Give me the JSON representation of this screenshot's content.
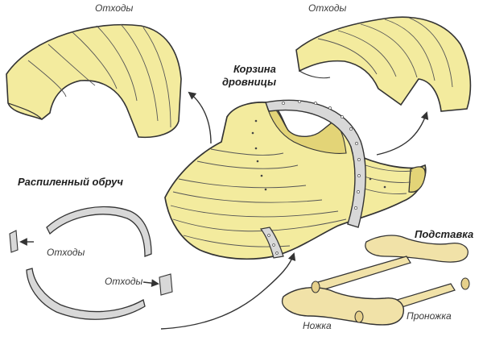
{
  "labels": {
    "waste_top_left": "Отходы",
    "waste_top_right": "Отходы",
    "basket_line1": "Корзина",
    "basket_line2": "дровницы",
    "sawn_hoop": "Распиленный обруч",
    "waste_left": "Отходы",
    "waste_right": "Отходы",
    "stand": "Подставка",
    "leg": "Ножка",
    "crossbar": "Проножка"
  },
  "colors": {
    "wood": "#f3eb9e",
    "wood_shade": "#e3d477",
    "outline": "#333333",
    "hoop": "#d8d8d8",
    "hoop_hole": "#ffffff",
    "stand_wood": "#f1e2a8"
  }
}
